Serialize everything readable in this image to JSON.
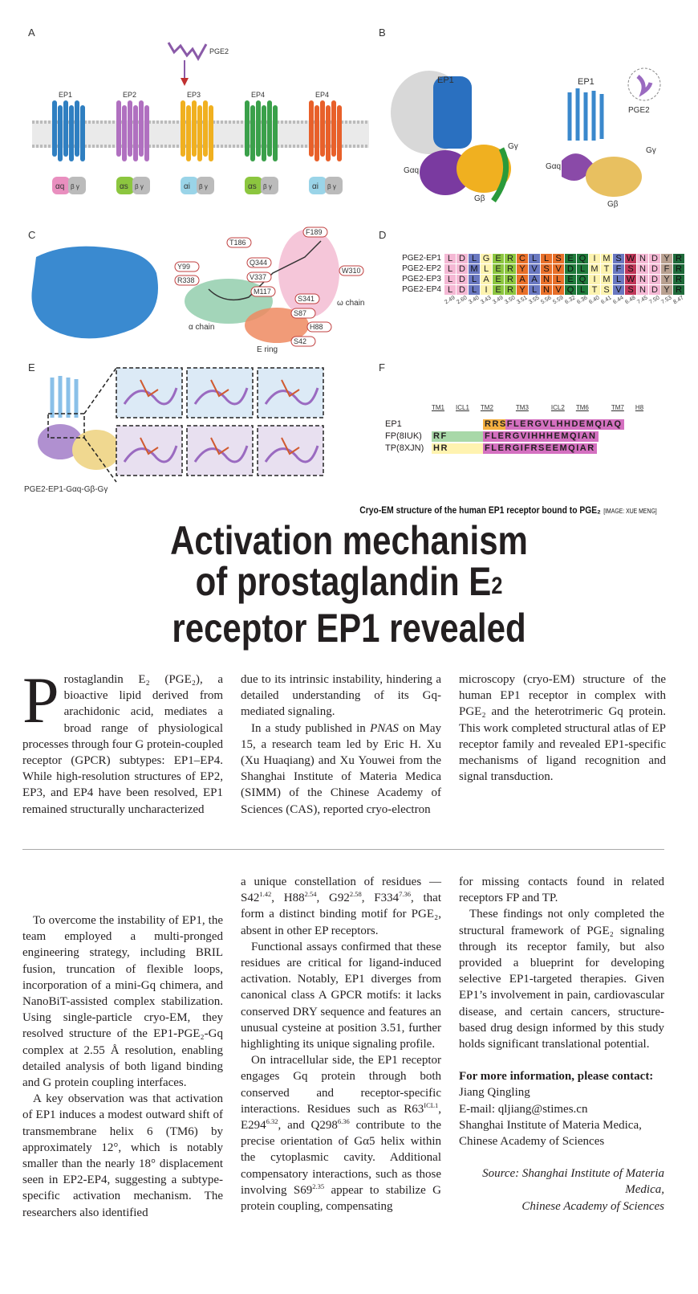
{
  "figure": {
    "panels": [
      "A",
      "B",
      "C",
      "D",
      "E",
      "F"
    ],
    "panel_a": {
      "ligand": "PGE2",
      "receptors": [
        {
          "label": "EP1",
          "color": "#2f7fc1",
          "g": "αq",
          "gcolor": "#e98fbf"
        },
        {
          "label": "EP2",
          "color": "#b070c0",
          "g": "αs",
          "gcolor": "#8cc63f"
        },
        {
          "label": "EP3",
          "color": "#f0b020",
          "g": "αi",
          "gcolor": "#9ad4e8"
        },
        {
          "label": "EP4",
          "color": "#3aa04a",
          "g": "αs",
          "gcolor": "#8cc63f"
        },
        {
          "label": "EP4",
          "color": "#e8602a",
          "g": "αi",
          "gcolor": "#9ad4e8"
        }
      ],
      "beta_gamma": "β γ"
    },
    "panel_b": {
      "ep1": "EP1",
      "gaq": "Gαq",
      "gb": "Gβ",
      "gg": "Gγ",
      "pge2": "PGE2"
    },
    "panel_c": {
      "residues": [
        "F189",
        "W310",
        "T186",
        "Q344",
        "Y99",
        "R338",
        "V337",
        "M117",
        "S341",
        "S87",
        "H88",
        "S42"
      ],
      "alpha_chain": "α chain",
      "omega_chain": "ω chain",
      "e_ring": "E ring"
    },
    "panel_d": {
      "rows": [
        {
          "label": "PGE2-EP1",
          "seq": [
            "L",
            "D",
            "L",
            "G",
            "E",
            "R",
            "C",
            "L",
            "L",
            "S",
            "E",
            "Q",
            "I",
            "M",
            "S",
            "W",
            "N",
            "D",
            "Y",
            "R"
          ]
        },
        {
          "label": "PGE2-EP2",
          "seq": [
            "L",
            "D",
            "M",
            "L",
            "E",
            "R",
            "Y",
            "V",
            "S",
            "V",
            "D",
            "L",
            "M",
            "T",
            "F",
            "S",
            "N",
            "D",
            "F",
            "R"
          ]
        },
        {
          "label": "PGE2-EP3",
          "seq": [
            "L",
            "D",
            "L",
            "A",
            "E",
            "R",
            "A",
            "A",
            "N",
            "L",
            "E",
            "Q",
            "I",
            "M",
            "L",
            "W",
            "N",
            "D",
            "Y",
            "R"
          ]
        },
        {
          "label": "PGE2-EP4",
          "seq": [
            "L",
            "D",
            "L",
            "I",
            "E",
            "R",
            "Y",
            "L",
            "N",
            "V",
            "Q",
            "L",
            "T",
            "S",
            "V",
            "S",
            "N",
            "D",
            "Y",
            "R"
          ]
        }
      ],
      "positions": [
        "2.49",
        "2.60",
        "3.40",
        "3.43",
        "3.49",
        "3.50",
        "3.51",
        "3.55",
        "5.56",
        "5.59",
        "6.32",
        "6.36",
        "6.40",
        "6.41",
        "6.44",
        "6.48",
        "7.45",
        "7.50",
        "7.53",
        "8.47"
      ],
      "column_colors": [
        "#f4b8d4",
        "#f4b8d4",
        "#6a78c0",
        "#fdf3b0",
        "#8cc63f",
        "#8cc63f",
        "#e8702a",
        "#6a78c0",
        "#e8702a",
        "#e8702a",
        "#1f7a3a",
        "#1f7a3a",
        "#fdf3b0",
        "#fdf3b0",
        "#6a78c0",
        "#c0385a",
        "#f4b8d4",
        "#f4b8d4",
        "#b8a090",
        "#1f6a3a"
      ]
    },
    "panel_e": {
      "label": "PGE2-EP1-Gαq-Gβ-Gγ"
    },
    "panel_f": {
      "headers": [
        "TM1",
        "ICL1",
        "TM2",
        "TM3",
        "ICL2",
        "TM6",
        "TM7",
        "H8"
      ],
      "rows": [
        {
          "label": "EP1",
          "pre": "",
          "seq": "RRSFLERGVLHHDEMQIAQ"
        },
        {
          "label": "FP(8IUK)",
          "pre": "RF",
          "seq": "FLERGVIHHHEMQIAN"
        },
        {
          "label": "TP(8XJN)",
          "pre": "HR",
          "seq": "FLERGIFRSEEMQIAR"
        }
      ]
    },
    "caption": "Cryo-EM structure of the human EP1 receptor bound to PGE₂",
    "credit": "[IMAGE: XUE MENG]"
  },
  "headline": {
    "line1": "Activation mechanism",
    "line2": "of prostaglandin E",
    "line2_sub": "2",
    "line3": "receptor EP1 revealed"
  },
  "intro": {
    "drop_cap": "P",
    "col1": "rostaglandin E₂ (PGE₂), a bioactive lipid derived from arachidonic acid, mediates a broad range of physiological processes through four G protein-coupled receptor (GPCR) subtypes: EP1–EP4. While high-resolution structures of EP2, EP3, and EP4 have been resolved, EP1 remained structurally uncharacterized",
    "col2_p1": "due to its intrinsic instability, hindering a detailed understanding of its Gq-mediated signaling.",
    "col2_p2_a": "In a study published in ",
    "col2_p2_journal": "PNAS",
    "col2_p2_b": " on May 15, a research team led by Eric H. Xu (Xu Huaqiang) and Xu Youwei from the Shanghai Institute of Materia Medica (SIMM) of the Chinese Academy of Sciences (CAS), reported cryo-electron",
    "col3": "microscopy (cryo-EM) structure of the human EP1 receptor in complex with PGE₂ and the heterotrimeric Gq protein. This work completed structural atlas of EP receptor family and revealed EP1-specific mechanisms of ligand recognition and signal transduction."
  },
  "body": {
    "col1_p1": "To overcome the instability of EP1, the team employed a multi-pronged engineering strategy, including BRIL fusion, truncation of flexible loops, incorporation of a mini-Gq chimera, and NanoBiT-assisted complex stabilization. Using single-particle cryo-EM, they resolved structure of the EP1-PGE₂-Gq complex at 2.55 Å resolution, enabling detailed analysis of both ligand binding and G protein coupling interfaces.",
    "col1_p2": "A key observation was that activation of EP1 induces a modest outward shift of transmembrane helix 6 (TM6) by approximately 12°, which is notably smaller than the nearly 18° displacement seen in EP2-EP4, suggesting a subtype-specific activation mechanism. The researchers also identified",
    "col2_p1": {
      "a": "a unique constellation of residues — S42",
      "s1": "1.42",
      "b": ", H88",
      "s2": "2.54",
      "c": ", G92",
      "s3": "2.58",
      "d": ", F334",
      "s4": "7.36",
      "e": ", that form a distinct binding motif for PGE₂, absent in other EP receptors."
    },
    "col2_p2": "Functional assays confirmed that these residues are critical for ligand-induced activation. Notably, EP1 diverges from canonical class A GPCR motifs: it lacks conserved DRY sequence and features an unusual cysteine at position 3.51, further highlighting its unique signaling profile.",
    "col2_p3": {
      "a": "On intracellular side, the EP1 receptor engages Gq protein through both conserved and receptor-specific interactions. Residues such as R63",
      "s1": "ICL1",
      "b": ", E294",
      "s2": "6.32",
      "c": ", and Q298",
      "s3": "6.36",
      "d": " contribute to the precise orientation of Gα5 helix within the cytoplasmic cavity. Additional compensatory interactions, such as those involving S69",
      "s4": "2.35",
      "e": " appear to stabilize G protein coupling, compensating"
    },
    "col3_p1": "for missing contacts found in related receptors FP and TP.",
    "col3_p2": "These findings not only completed the structural framework of PGE₂ signaling through its receptor family, but also provided a blueprint for developing selective EP1-targeted therapies. Given EP1’s involvement in pain, cardiovascular disease, and certain cancers, structure-based drug design informed by this study holds significant translational potential."
  },
  "contact": {
    "heading": "For more information, please contact:",
    "name": "Jiang Qingling",
    "email": "E-mail: qljiang@stimes.cn",
    "org1": "Shanghai Institute of Materia Medica,",
    "org2": "Chinese Academy of Sciences"
  },
  "source": {
    "line1": "Source: Shanghai Institute of Materia",
    "line2": "Medica,",
    "line3": "Chinese Academy of Sciences"
  }
}
